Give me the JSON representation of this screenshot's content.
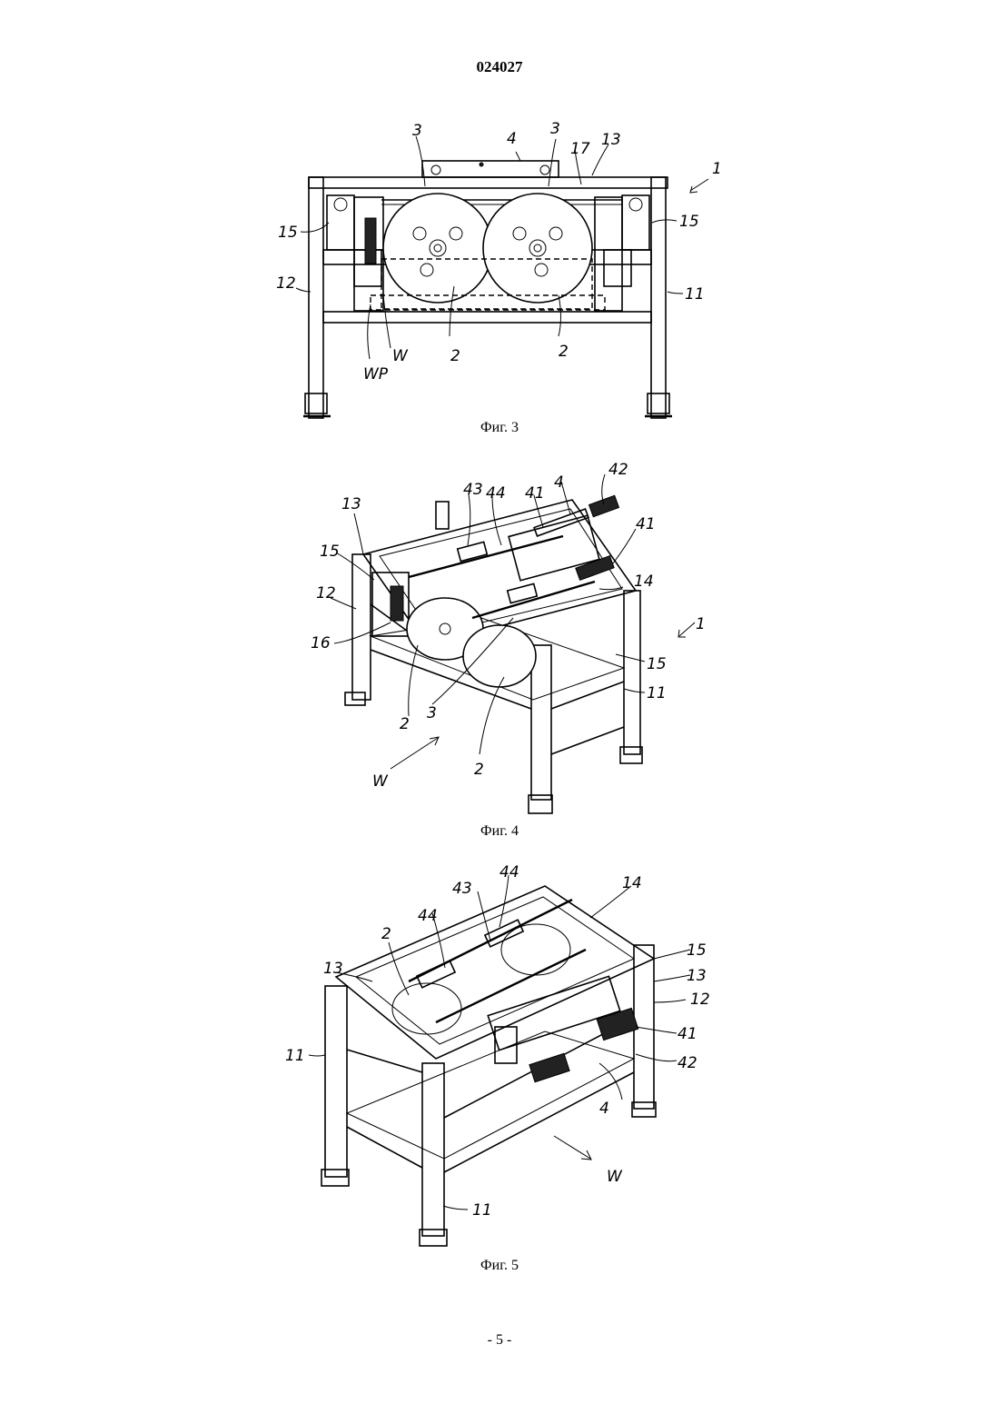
{
  "header": {
    "doc_number": "024027"
  },
  "figures": [
    {
      "caption": "Фиг. 3",
      "labels": [
        "3",
        "4",
        "3",
        "17",
        "13",
        "1",
        "15",
        "15",
        "12",
        "11",
        "W",
        "WP",
        "2",
        "2"
      ]
    },
    {
      "caption": "Фиг. 4",
      "labels": [
        "42",
        "43",
        "44",
        "41",
        "4",
        "41",
        "13",
        "15",
        "12",
        "14",
        "1",
        "16",
        "15",
        "11",
        "2",
        "3",
        "2",
        "W"
      ]
    },
    {
      "caption": "Фиг. 5",
      "labels": [
        "44",
        "43",
        "14",
        "44",
        "2",
        "15",
        "13",
        "13",
        "12",
        "41",
        "11",
        "42",
        "4",
        "W",
        "11"
      ]
    }
  ],
  "footer": {
    "page": "- 5 -"
  }
}
